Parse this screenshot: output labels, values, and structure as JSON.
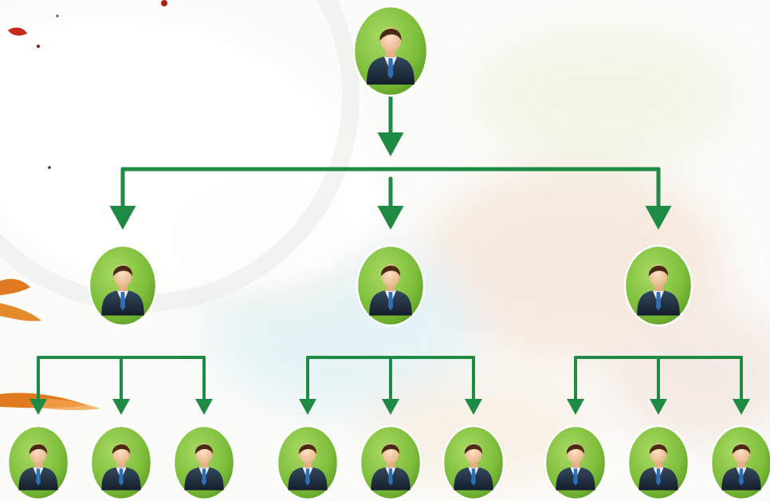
{
  "diagram": {
    "type": "hierarchy",
    "levels": [
      1,
      3,
      9
    ],
    "children_per_node": 3,
    "node_icon": "businessman-avatar-icon",
    "connector": "green-arrow"
  },
  "colors": {
    "node_fill": "#7dbd3a",
    "node_fill_light": "#9fd35a",
    "connector": "#1f8a44",
    "suit": "#1d2b3a",
    "tie": "#2f6fb8",
    "skin": "#f2c9a1",
    "hair": "#4a2a12",
    "splash_orange": "#e07a20",
    "splash_red": "#c8281e"
  }
}
